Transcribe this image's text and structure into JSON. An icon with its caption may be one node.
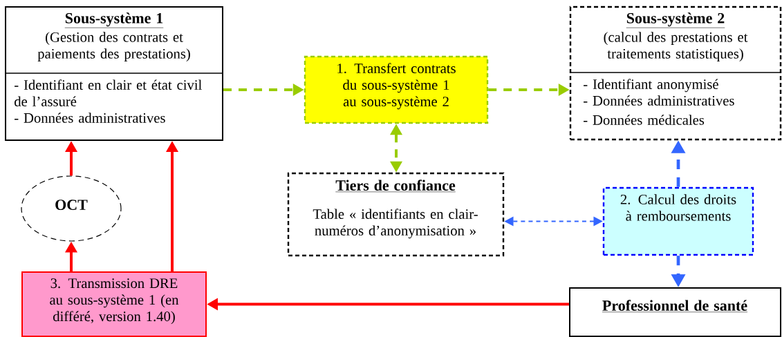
{
  "diagram": {
    "nodes": [
      {
        "text": [
          "Sous-système 1",
          "(Gestion des contrats et paiements des prestations)",
          "- Identifiant en clair et état civil de l’assuré",
          "- Données administratives"
        ]
      },
      {
        "text": [
          "1. Transfert contrats du sous-système 1 au sous-système 2"
        ]
      },
      {
        "text": [
          "Sous-système 2",
          "(calcul des prestations et traitements statistiques)",
          "- Identifiant anonymisé",
          "- Données administratives",
          "- Données médicales"
        ]
      },
      {
        "text": [
          "Tiers de confiance",
          "Table « identifiants en clair- numéros d’anonymisation »"
        ]
      },
      {
        "text": [
          "OCT"
        ]
      },
      {
        "text": [
          "2. Calcul des droits à remboursements"
        ]
      },
      {
        "text": [
          "3. Transmission DRE au sous-système 1 (en différé, version 1.40)"
        ]
      },
      {
        "text": [
          "Professionnel de santé"
        ]
      }
    ],
    "edges": [
      {
        "from": 0,
        "to": 1,
        "arrow": "to",
        "style": "dashed",
        "color": "#99cc00"
      },
      {
        "from": 1,
        "to": 2,
        "arrow": "to",
        "style": "dashed",
        "color": "#99cc00"
      },
      {
        "from": 1,
        "to": 3,
        "arrow": "both",
        "style": "dashed",
        "color": "#99cc00"
      },
      {
        "from": 5,
        "to": 3,
        "arrow": "both",
        "style": "dashed",
        "color": "#3366ff"
      },
      {
        "from": 5,
        "to": 2,
        "arrow": "to",
        "style": "dashed",
        "color": "#3366ff"
      },
      {
        "from": 5,
        "to": 7,
        "arrow": "to",
        "style": "dashed",
        "color": "#3366ff"
      },
      {
        "from": 4,
        "to": 0,
        "arrow": "to"
      },
      {
        "from": 6,
        "to": 4,
        "arrow": "to"
      },
      {
        "from": 6,
        "to": 0,
        "arrow": "to"
      },
      {
        "from": 7,
        "to": 6,
        "arrow": "to"
      }
    ]
  }
}
